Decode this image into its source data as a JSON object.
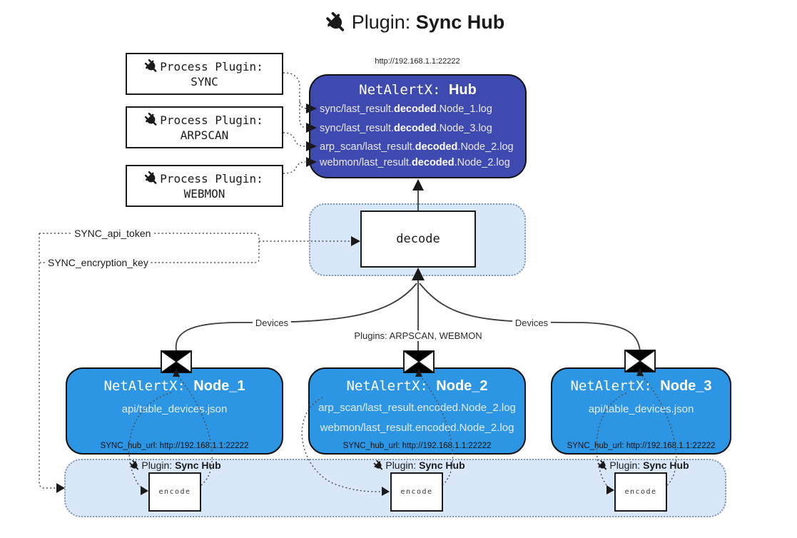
{
  "title": {
    "prefix": "Plugin: ",
    "bold": "Sync Hub"
  },
  "hub": {
    "url": "http://192.168.1.1:22222",
    "title_prefix": "NetAlertX: ",
    "title_bold": "Hub",
    "lines": [
      {
        "pre": "sync/last_result.",
        "bold": "decoded",
        "post": ".Node_1.log"
      },
      {
        "pre": "sync/last_result.",
        "bold": "decoded",
        "post": ".Node_3.log"
      },
      {
        "pre": "arp_scan/last_result.",
        "bold": "decoded",
        "post": ".Node_2.log"
      },
      {
        "pre": "webmon/last_result.",
        "bold": "decoded",
        "post": ".Node_2.log"
      }
    ]
  },
  "process_plugins": {
    "label": "Process Plugin:",
    "items": [
      {
        "name": "SYNC"
      },
      {
        "name": "ARPSCAN"
      },
      {
        "name": "WEBMON"
      }
    ]
  },
  "keys": {
    "api_token": "SYNC_api_token",
    "encryption_key": "SYNC_encryption_key"
  },
  "decode": {
    "label": "decode"
  },
  "edges": {
    "devices_left": "Devices",
    "devices_right": "Devices",
    "plugins_center": "Plugins: ARPSCAN, WEBMON"
  },
  "nodes": [
    {
      "title_prefix": "NetAlertX: ",
      "title_bold": "Node_1",
      "lines": [
        "api/table_devices.json"
      ],
      "footer": "SYNC_hub_url: http://192.168.1.1:22222"
    },
    {
      "title_prefix": "NetAlertX: ",
      "title_bold": "Node_2",
      "lines": [
        "arp_scan/last_result.encoded.Node_2.log",
        "webmon/last_result.encoded.Node_2.log"
      ],
      "footer": "SYNC_hub_url: http://192.168.1.1:22222"
    },
    {
      "title_prefix": "NetAlertX: ",
      "title_bold": "Node_3",
      "lines": [
        "api/table_devices.json"
      ],
      "footer": "SYNC_hub_url: http://192.168.1.1:22222"
    }
  ],
  "encode": {
    "label": "encode",
    "plugin_prefix": "Plugin: ",
    "plugin_bold": "Sync Hub"
  },
  "colors": {
    "hub_fill": "#3F4AB1",
    "node_fill": "#2D96E4",
    "container_fill": "#D9E8F8",
    "container_border": "#7D99B7"
  }
}
